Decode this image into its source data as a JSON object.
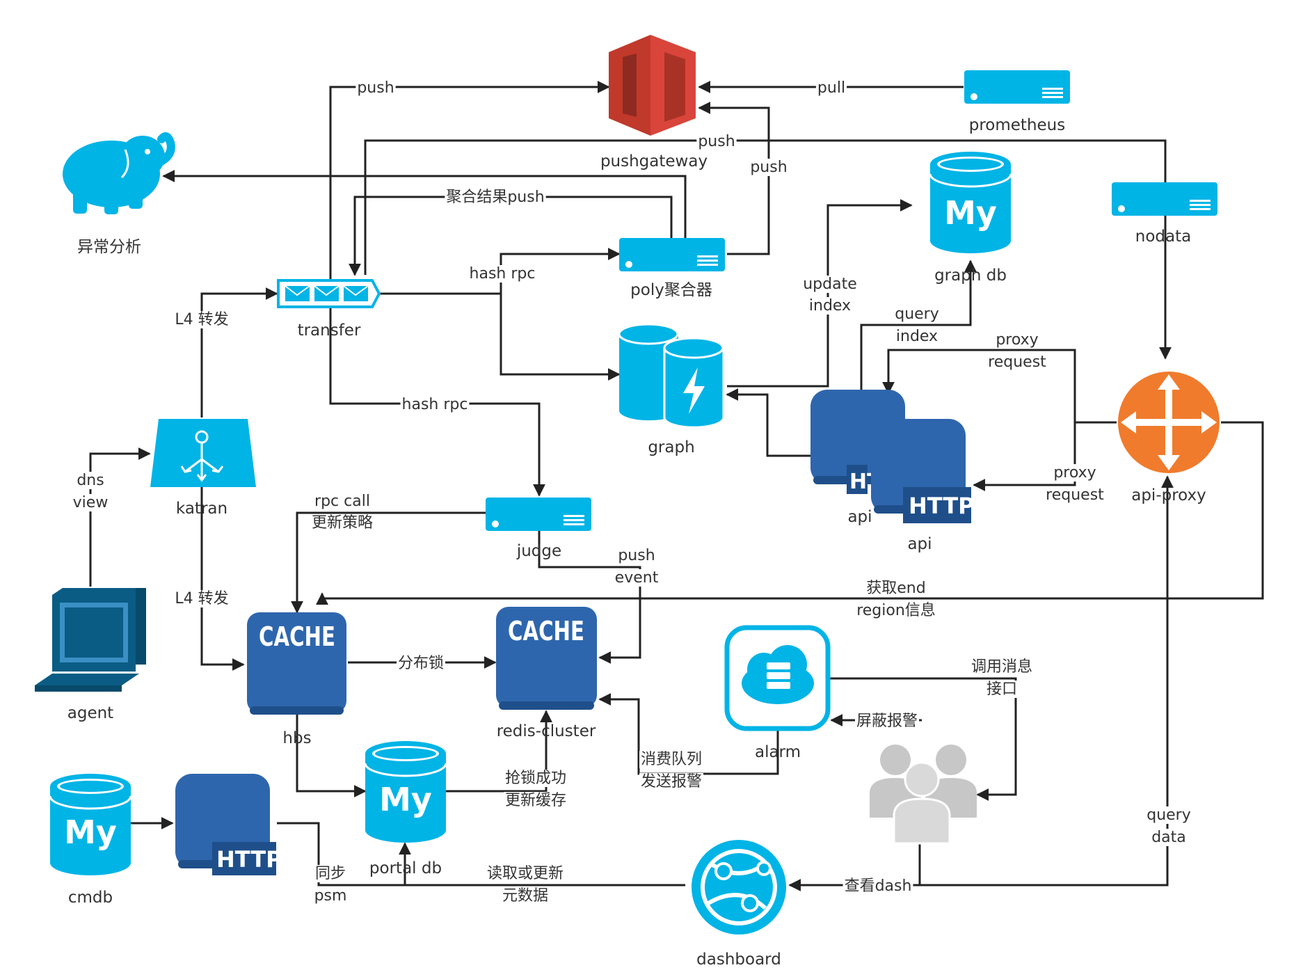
{
  "colors": {
    "accent_cyan": "#00b4e6",
    "navy": "#2e66ad",
    "dark_teal": "#0a5c84",
    "red": "#c0392b",
    "orange": "#f07b2c",
    "grey_people": "#c7c7c7",
    "line": "#222222"
  },
  "nodes": {
    "pushgateway": {
      "label": "pushgateway",
      "icon": "aws-redshift-icon"
    },
    "prometheus": {
      "label": "prometheus",
      "icon": "server-icon"
    },
    "hadoop": {
      "label": "异常分析",
      "icon": "elephant-icon"
    },
    "graph_db": {
      "label": "graph db",
      "icon": "mysql-icon",
      "text": "My"
    },
    "nodata": {
      "label": "nodata",
      "icon": "server-icon"
    },
    "poly": {
      "label": "poly聚合器",
      "icon": "server-icon"
    },
    "transfer": {
      "label": "transfer",
      "icon": "message-queue-icon"
    },
    "graph": {
      "label": "graph",
      "icon": "database-cache-icon"
    },
    "api_1": {
      "label": "api",
      "icon": "http-server-icon",
      "text": "HT"
    },
    "api_2": {
      "label": "api",
      "icon": "http-server-icon",
      "text": "HTTP"
    },
    "api_proxy": {
      "label": "api-proxy",
      "icon": "router-icon"
    },
    "katran": {
      "label": "katran",
      "icon": "load-balancer-icon"
    },
    "judge": {
      "label": "judge",
      "icon": "server-icon"
    },
    "agent": {
      "label": "agent",
      "icon": "computer-icon"
    },
    "hbs": {
      "label": "hbs",
      "icon": "cache-icon",
      "text": "CACHE"
    },
    "redis": {
      "label": "redis-cluster",
      "icon": "cache-icon",
      "text": "CACHE"
    },
    "alarm": {
      "label": "alarm",
      "icon": "cloud-server-icon"
    },
    "users": {
      "label": "",
      "icon": "users-icon"
    },
    "cmdb": {
      "label": "cmdb",
      "icon": "mysql-icon",
      "text": "My"
    },
    "cmdb_http": {
      "label": "",
      "icon": "http-server-icon",
      "text": "HTTP"
    },
    "portal_db": {
      "label": "portal db",
      "icon": "mysql-icon",
      "text": "My"
    },
    "dashboard": {
      "label": "dashboard",
      "icon": "globe-network-icon"
    }
  },
  "edge_labels": {
    "push_top": "push",
    "pull": "pull",
    "push_mid": "push",
    "push_poly": "push",
    "agg_push": "聚合结果push",
    "hash_rpc_1": "hash rpc",
    "hash_rpc_2": "hash rpc",
    "update_index": [
      "update",
      "index"
    ],
    "query_index": [
      "query",
      "index"
    ],
    "proxy_request_1": [
      "proxy",
      "request"
    ],
    "proxy_request_2": [
      "proxy",
      "request"
    ],
    "l4_1": "L4 转发",
    "l4_2": "L4 转发",
    "dns_view": [
      "dns",
      "view"
    ],
    "rpc_call": [
      "rpc call",
      "更新策略"
    ],
    "push_event": [
      "push",
      "event"
    ],
    "get_end": [
      "获取end",
      "region信息"
    ],
    "dist_lock": "分布锁",
    "call_msg": [
      "调用消息",
      "接口"
    ],
    "mask_alarm": "屏蔽报警",
    "consume_queue": [
      "消费队列",
      "发送报警"
    ],
    "lock_success": [
      "抢锁成功",
      "更新缓存"
    ],
    "sync_psm": [
      "同步",
      "psm"
    ],
    "read_update": [
      "读取或更新",
      "元数据"
    ],
    "view_dash": "查看dash",
    "query_data": [
      "query",
      "data"
    ]
  }
}
